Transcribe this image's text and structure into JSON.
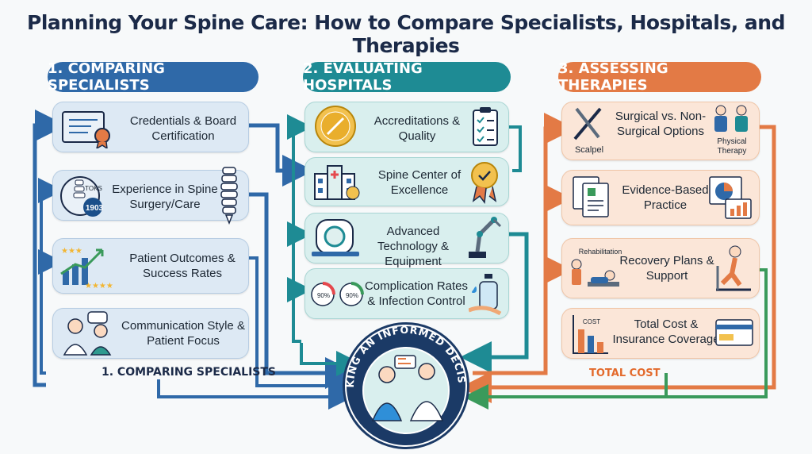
{
  "title": "Planning Your Spine Care: How to Compare Specialists, Hospitals, and Therapies",
  "sections": {
    "specialists": {
      "header": "1. COMPARING SPECIALISTS",
      "cards": [
        "Credentials & Board Certification",
        "Experience in Spine Surgery/Care",
        "Patient Outcomes & Success Rates",
        "Communication Style & Patient Focus"
      ],
      "badge_year": "1903",
      "badge_small": "TOKS",
      "bottom_label": "1. COMPARING SPECIALISTS"
    },
    "hospitals": {
      "header": "2. EVALUATING HOSPITALS",
      "cards": [
        "Accreditations & Quality",
        "Spine Center of Excellence",
        "Advanced Technology & Equipment",
        "Complication Rates & Infection Control"
      ],
      "pct_left": "90%",
      "pct_right": "90%"
    },
    "therapies": {
      "header": "3.  ASSESSING THERAPIES",
      "cards": [
        "Surgical vs. Non-Surgical Options",
        "Evidence-Based Practice",
        "Recovery Plans & Support",
        "Total Cost & Insurance Coverage"
      ],
      "scalpel_label": "Scalpel",
      "physical_therapy_label": "Physical Therapy",
      "rehab_label": "Rehabilitation",
      "cost_label": "COST",
      "total_cost": "TOTAL COST"
    }
  },
  "center": {
    "ring_text": "MAKING AN INFORMED DECISION"
  },
  "colors": {
    "blue": "#2f69a8",
    "teal": "#1e8b94",
    "orange": "#e37a45",
    "green": "#3a9a5b",
    "navy": "#1b2a48"
  }
}
